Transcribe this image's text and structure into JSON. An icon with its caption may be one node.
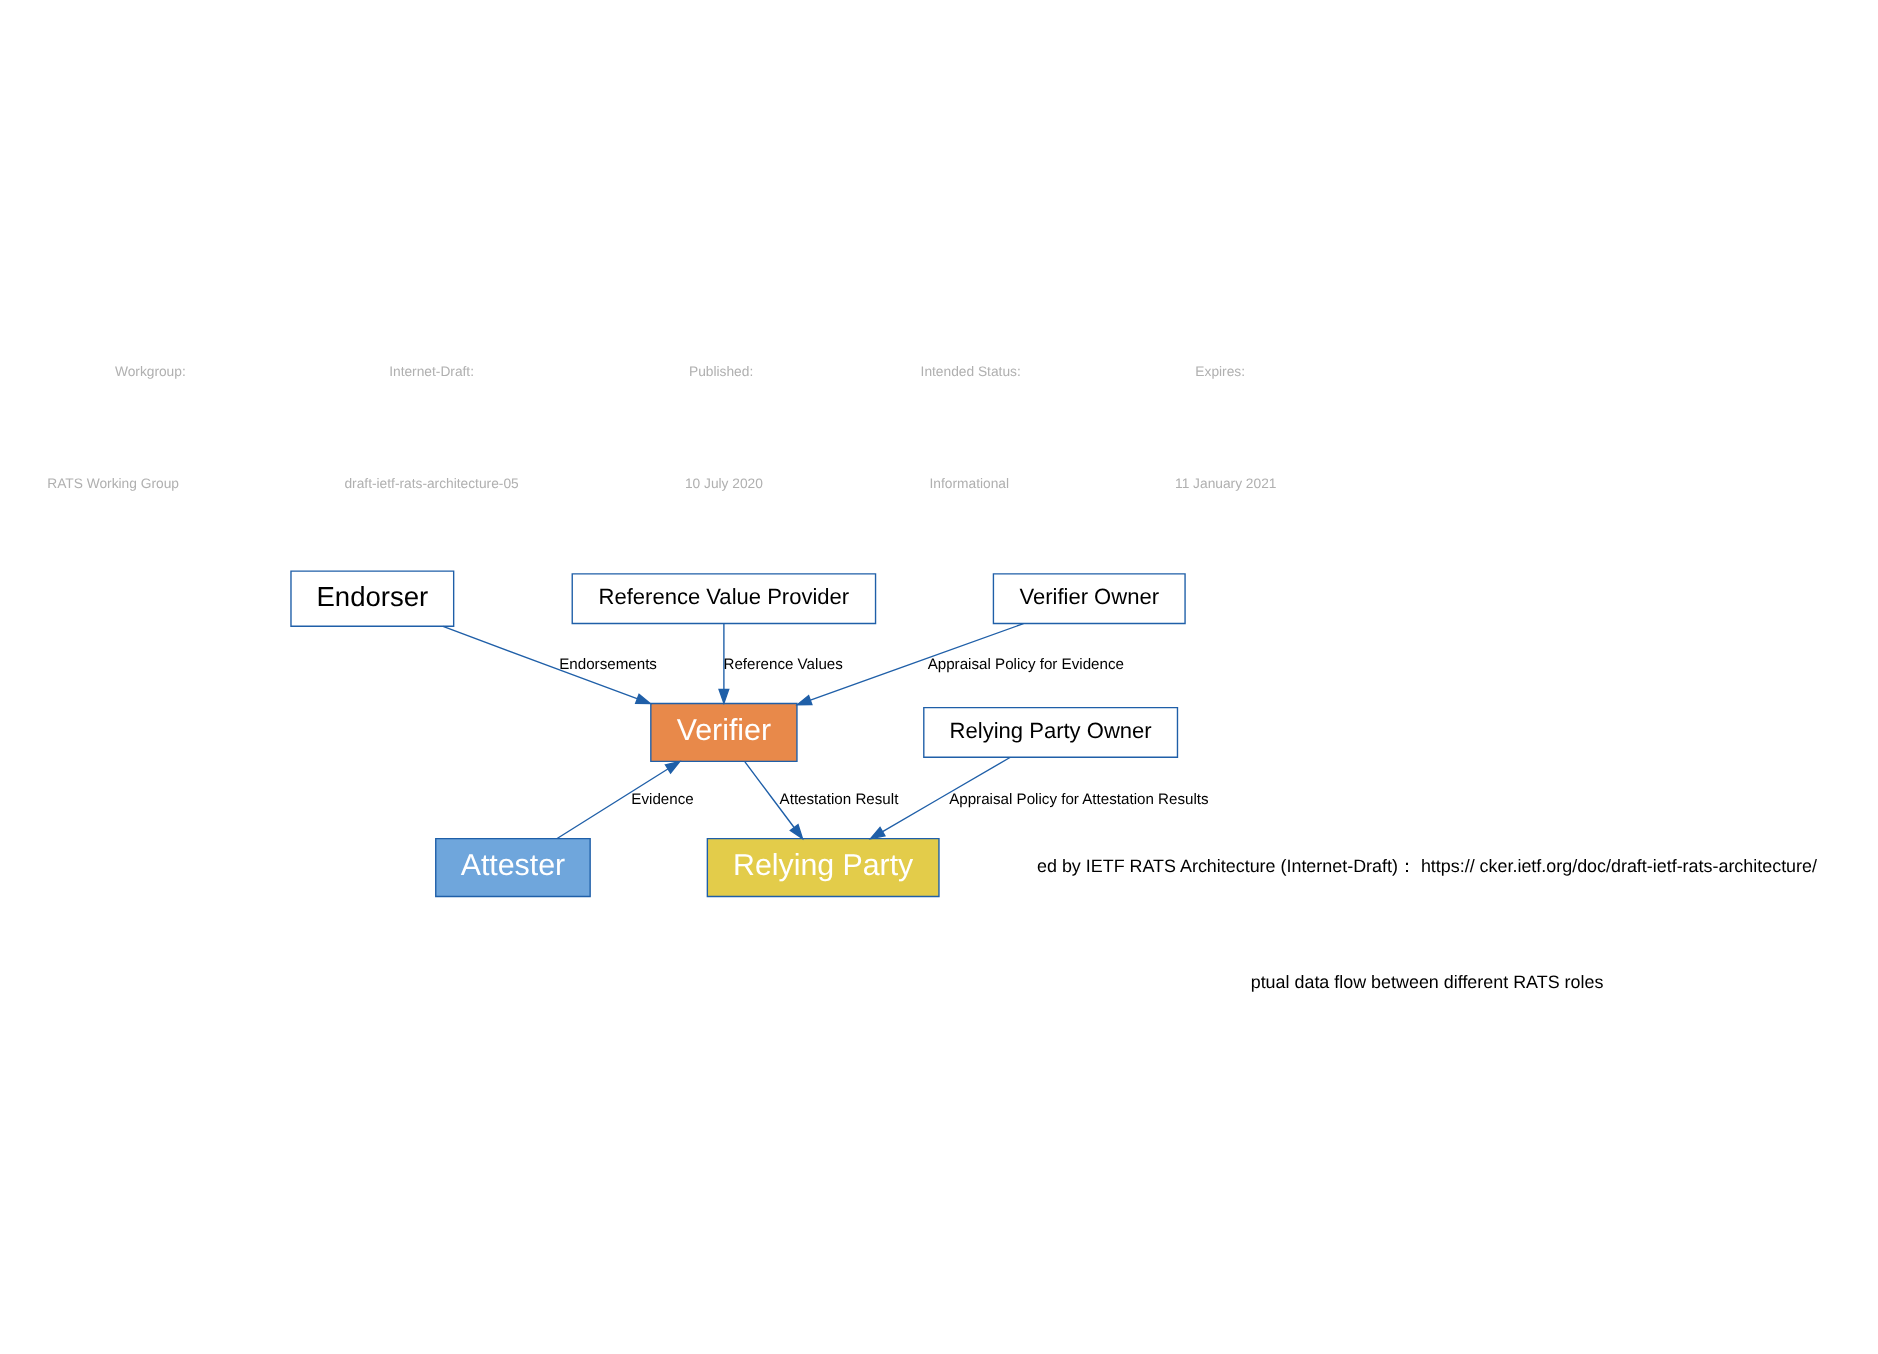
{
  "diagram": {
    "nodes": [
      {
        "text": [
          "Endorser"
        ]
      },
      {
        "text": [
          "Reference Value Provider"
        ]
      },
      {
        "text": [
          "Verifier Owner"
        ]
      },
      {
        "text": [
          "Verifier"
        ]
      },
      {
        "text": [
          "Attester"
        ]
      },
      {
        "text": [
          "Relying Party"
        ]
      },
      {
        "text": [
          "Relying Party Owner"
        ]
      }
    ],
    "edges": [
      {
        "from": 0,
        "to": 3,
        "arrow": "to",
        "label": "Endorsements"
      },
      {
        "from": 1,
        "to": 3,
        "arrow": "to",
        "label": "Reference Values"
      },
      {
        "from": 2,
        "to": 3,
        "arrow": "to",
        "label": "Appraisal Policy for Evidence"
      },
      {
        "from": 4,
        "to": 3,
        "arrow": "to",
        "label": "Evidence"
      },
      {
        "from": 3,
        "to": 5,
        "arrow": "to",
        "label": "Attestation Result"
      },
      {
        "from": 6,
        "to": 5,
        "arrow": "to",
        "label": "Appraisal Policy for Attestation Results"
      }
    ],
    "labels": [
      "Workgroup:",
      "RATS Working Group",
      "Internet-Draft:",
      "draft-ietf-rats-architecture-05",
      "Published:",
      "10 July 2020",
      "Intended Status:",
      "Informational",
      "Expires:",
      "11 January 2021",
      "ed by IETF RATS Architecture (Internet-Draft)： https:// cker.ietf.org/doc/draft-ietf-rats-architecture/",
      "ptual data flow between different RATS roles"
    ]
  }
}
